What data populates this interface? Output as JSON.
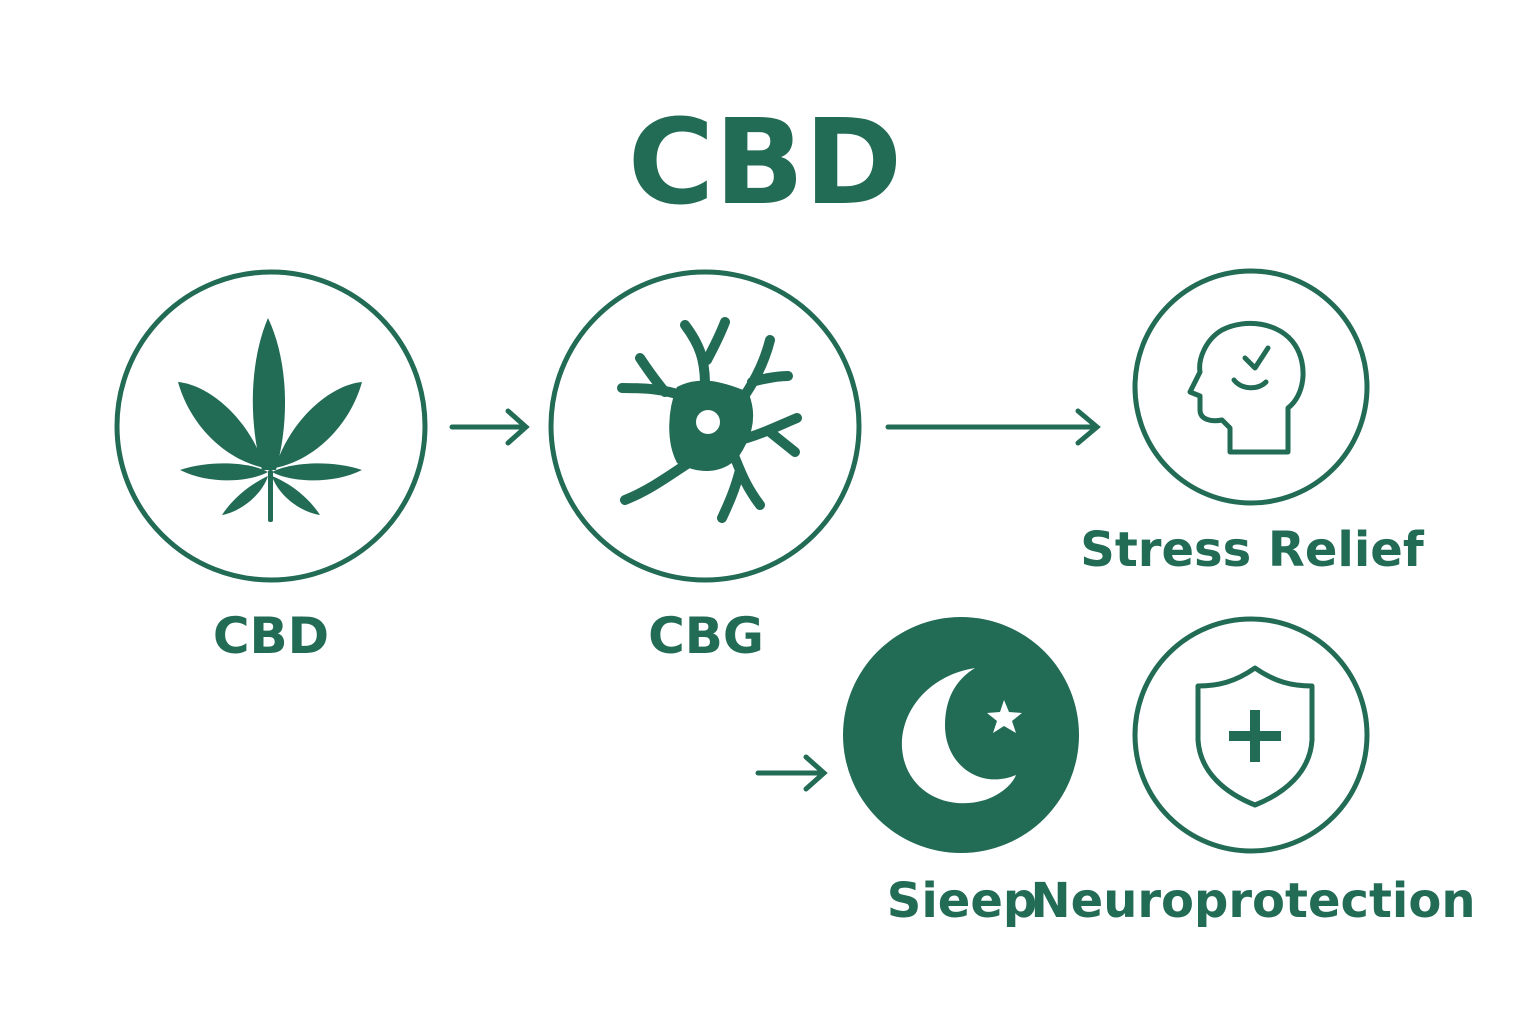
{
  "title": "CBD",
  "colors": {
    "primary": "#226b55",
    "background": "#ffffff"
  },
  "nodes": [
    {
      "id": "cbd",
      "label": "CBD",
      "icon": "cannabis-leaf-icon"
    },
    {
      "id": "cbg",
      "label": "CBG",
      "icon": "neuron-icon"
    },
    {
      "id": "stress",
      "label": "Stress Relief",
      "icon": "head-profile-icon"
    },
    {
      "id": "sleep",
      "label": "Sieep",
      "icon": "moon-star-icon"
    },
    {
      "id": "neuro",
      "label": "Neuroprotection",
      "icon": "shield-plus-icon"
    }
  ]
}
